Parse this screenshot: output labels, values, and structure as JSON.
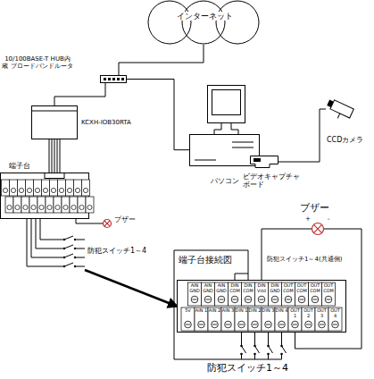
{
  "diagram": {
    "nodes": [
      {
        "text": [
          "インターネット"
        ]
      },
      {
        "text": [
          "10/100BASE-T HUB内蔵 ブロードバンドルータ"
        ]
      },
      {
        "text": [
          "KCXH-IOB30RTA"
        ]
      },
      {
        "text": [
          "パソコン"
        ]
      },
      {
        "text": [
          "ビデオキャプチャ ボード"
        ]
      },
      {
        "text": [
          "CCDカメラ"
        ]
      },
      {
        "text": [
          "端子台"
        ]
      },
      {
        "text": [
          "ブザー"
        ]
      },
      {
        "text": [
          "防犯スイッチ1～4"
        ]
      },
      {
        "text": [
          "端子台接続図"
        ]
      },
      {
        "text": [
          "ブザー"
        ]
      },
      {
        "text": [
          "防犯スイッチ1～4"
        ]
      }
    ],
    "edges": [
      {
        "from": 0,
        "to": 1,
        "arrow": "none"
      },
      {
        "from": 1,
        "to": 2,
        "arrow": "none"
      },
      {
        "from": 1,
        "to": 3,
        "arrow": "none"
      },
      {
        "from": 4,
        "to": 5,
        "arrow": "none"
      },
      {
        "from": 2,
        "to": 6,
        "arrow": "none"
      },
      {
        "from": 6,
        "to": 7,
        "arrow": "none"
      },
      {
        "from": 6,
        "to": 8,
        "arrow": "none"
      },
      {
        "from": 8,
        "to": 9,
        "arrow": "to"
      },
      {
        "from": 9,
        "to": 10,
        "arrow": "none"
      },
      {
        "from": 9,
        "to": 11,
        "arrow": "none"
      }
    ],
    "labels": [
      "+",
      "-",
      "防犯スイッチ1～4(共通側)",
      "AIN GND",
      "AIN GND",
      "AIN GND",
      "DIN COM",
      "DIN COM",
      "DIN Vdd",
      "DIN GND",
      "OUT COM",
      "OUT COM",
      "OUT COM",
      "OUT COM",
      "5V",
      "AIN 1",
      "AIN 2",
      "AIN 3",
      "DIN 1",
      "DIN 2",
      "DIN 3",
      "DIN 4",
      "OUT 1",
      "OUT 2",
      "OUT 3",
      "OUT 4"
    ]
  }
}
